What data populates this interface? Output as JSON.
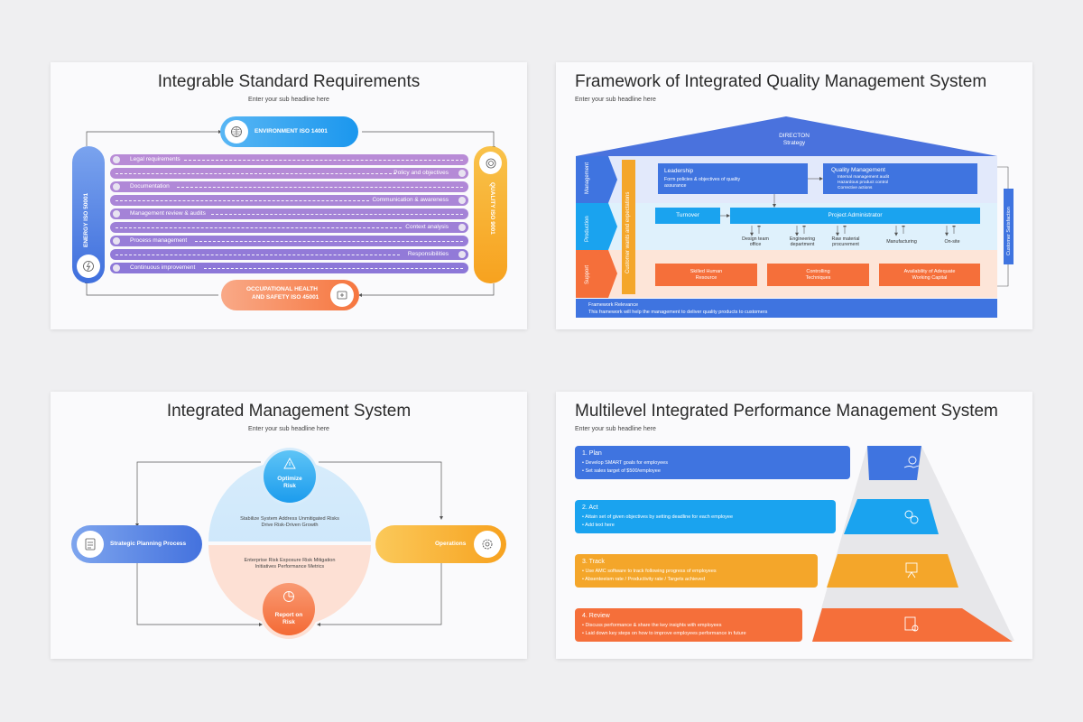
{
  "slide1": {
    "title": "Integrable Standard Requirements",
    "subtitle": "Enter your sub headline here",
    "environment": "ENVIRONMENT ISO 14001",
    "energy": "ENERGY ISO 50001",
    "quality": "QUALITY ISO 9001",
    "ohs_line1": "OCCUPATIONAL HEALTH",
    "ohs_line2": "AND SAFETY ISO 45001",
    "rows": [
      "Legal requirements",
      "Policy and objectives",
      "Documentation",
      "Communication & awareness",
      "Management review & audits",
      "Context analysis",
      "Process management",
      "Responsibilities",
      "Continuous improvement"
    ],
    "colors": {
      "blue": "#4a7fe0",
      "orange": "#f7a728",
      "coral": "#f8845c",
      "purple_top": "#b78ad8",
      "purple_bottom": "#8d6fd8"
    }
  },
  "slide2": {
    "title": "Framework of Integrated Quality Management System",
    "subtitle": "Enter your sub headline here",
    "roof_line1": "DIRECTON",
    "roof_line2": "Strategy",
    "side_labels": [
      "Management",
      "Production",
      "Support"
    ],
    "customer_wants": "Customer wants and expectations",
    "customer_satisfaction": "Customer Satisfaction",
    "leadership_title": "Leadership",
    "leadership_text": "Form policies & objectives of quality assurance",
    "qm_title": "Quality Management",
    "qm_items": [
      "Internal management audit",
      "Hazardous product control",
      "Corrective actions"
    ],
    "turnover": "Turnover",
    "project_admin": "Project Administrator",
    "departments": [
      [
        "Design team",
        "office"
      ],
      [
        "Engineering",
        "department"
      ],
      [
        "Raw material",
        "procurement"
      ],
      [
        "Manufacturing",
        ""
      ],
      [
        "On-site",
        ""
      ]
    ],
    "support_boxes": [
      [
        "Skilled Human",
        "Resource"
      ],
      [
        "Controlling",
        "Techniques"
      ],
      [
        "Availability of Adequate",
        "Working Capital"
      ]
    ],
    "footer_title": "Framework Relevance",
    "footer_text": "This framework will help the management to deliver quality products to customers",
    "colors": {
      "blue": "#3f74e0",
      "cyan": "#1aa3ef",
      "orange": "#f4a62a",
      "coral": "#f56f3a"
    }
  },
  "slide3": {
    "title": "Integrated Management System",
    "subtitle": "Enter your sub headline here",
    "optimize_line1": "Optimize",
    "optimize_line2": "Risk",
    "report_line1": "Report on",
    "report_line2": "Risk",
    "strategic": "Strategic Planning Process",
    "operations": "Operations",
    "top_text_1": "Stabilize System Address Unmitigated Risks",
    "top_text_2": "Drive Risk-Driven Growth",
    "bottom_text_1": "Enterprise Risk Exposure Risk Mitigation",
    "bottom_text_2": "Initiatives Performance Metrics"
  },
  "slide4": {
    "title": "Multilevel Integrated Performance Management System",
    "subtitle": "Enter your sub headline here",
    "levels": [
      {
        "heading": "1. Plan",
        "bullets": [
          "Develop SMART goals for employees",
          "Set sales target of $500/employee"
        ],
        "color": "#3f74e0",
        "icon": "gear-hand-icon"
      },
      {
        "heading": "2. Act",
        "bullets": [
          "Attain set of given objectives by setting deadline for each employee",
          "Add text here"
        ],
        "color": "#1aa3ef",
        "icon": "gears-check-icon"
      },
      {
        "heading": "3. Track",
        "bullets": [
          "Use AMC software to track following progress of employees",
          "Absenteeism rate / Productivity rate / Targets achieved"
        ],
        "color": "#f4a62a",
        "icon": "tracking-board-icon"
      },
      {
        "heading": "4. Review",
        "bullets": [
          "Discuss performance & share the key insights with employees",
          "Laid down key steps on how to improve employees performance in future"
        ],
        "color": "#f56f3a",
        "icon": "review-document-icon"
      }
    ]
  }
}
